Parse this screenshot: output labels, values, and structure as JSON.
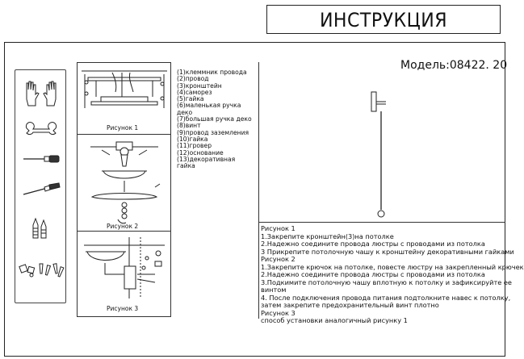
{
  "header": {
    "title": "ИНСТРУКЦИЯ",
    "model": "Модель:08422. 20"
  },
  "figures": {
    "fig1_caption": "Рисунок 1",
    "fig2_caption": "Рисунок 2",
    "fig3_caption": "Рисунок 3"
  },
  "tools": [
    {
      "icon": "gloves-icon"
    },
    {
      "icon": "wrench-icon"
    },
    {
      "icon": "screwdriver-icon"
    },
    {
      "icon": "screwdriver-icon"
    },
    {
      "icon": "anchors-icon"
    },
    {
      "icon": "fasteners-icon"
    }
  ],
  "legend": [
    "(1)клеммник провода",
    "(2)провод",
    "(3)кронштейн",
    "(4)саморез",
    "(5)гайка",
    "(6)маленькая ручка",
    "деко",
    "(7)большая ручка деко",
    "(8)винт",
    "(9)провод заземления",
    "(10)гайка",
    "(11)гровер",
    "(12)основание",
    "(13)декоративная",
    "гайка"
  ],
  "instructions": [
    "Рисунок 1",
    "1.Закрепите кронштейн(3)на потолке",
    "2.Надежно соедините провода люстры с проводами из потолка",
    "3 Прикрепите потолочную чашу к кронштейну декоративными гайками",
    "Рисунок 2",
    "1.Закрепите крючок на потолке, повесте люстру на закрепленный крючек",
    "2.Надежно соедините провода люстры с проводами из потолка",
    "3.Подкимите потолочную чашу вплотную к потолку и зафиксируйте ее",
    "винтом",
    "4.  После подключения провода питания подтолкните навес к потолку,",
    "затем закрепите предохранительный винт плотно",
    "Рисунок 3",
    "способ установки аналогичный рисунку 1"
  ]
}
